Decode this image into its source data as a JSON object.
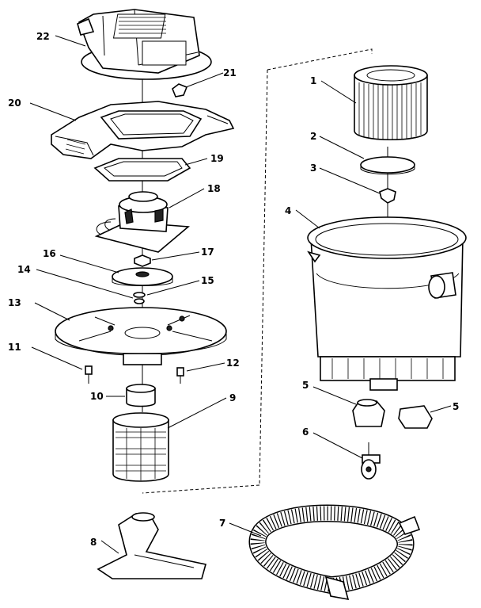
{
  "callouts": {
    "p1": "1",
    "p2": "2",
    "p3": "3",
    "p4": "4",
    "p5a": "5",
    "p5b": "5",
    "p6": "6",
    "p7": "7",
    "p8": "8",
    "p9": "9",
    "p10": "10",
    "p11": "11",
    "p12": "12",
    "p13": "13",
    "p14": "14",
    "p15": "15",
    "p16": "16",
    "p17": "17",
    "p18": "18",
    "p19": "19",
    "p20": "20",
    "p21": "21",
    "p22": "22"
  }
}
